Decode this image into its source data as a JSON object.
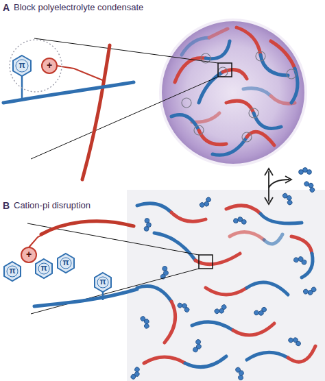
{
  "diagram": {
    "labels": [
      "A",
      "Block polyelectrolyte condensate",
      "π",
      "+",
      "B",
      "Cation-pi disruption",
      "π",
      "π",
      "π",
      "+",
      "π"
    ]
  }
}
